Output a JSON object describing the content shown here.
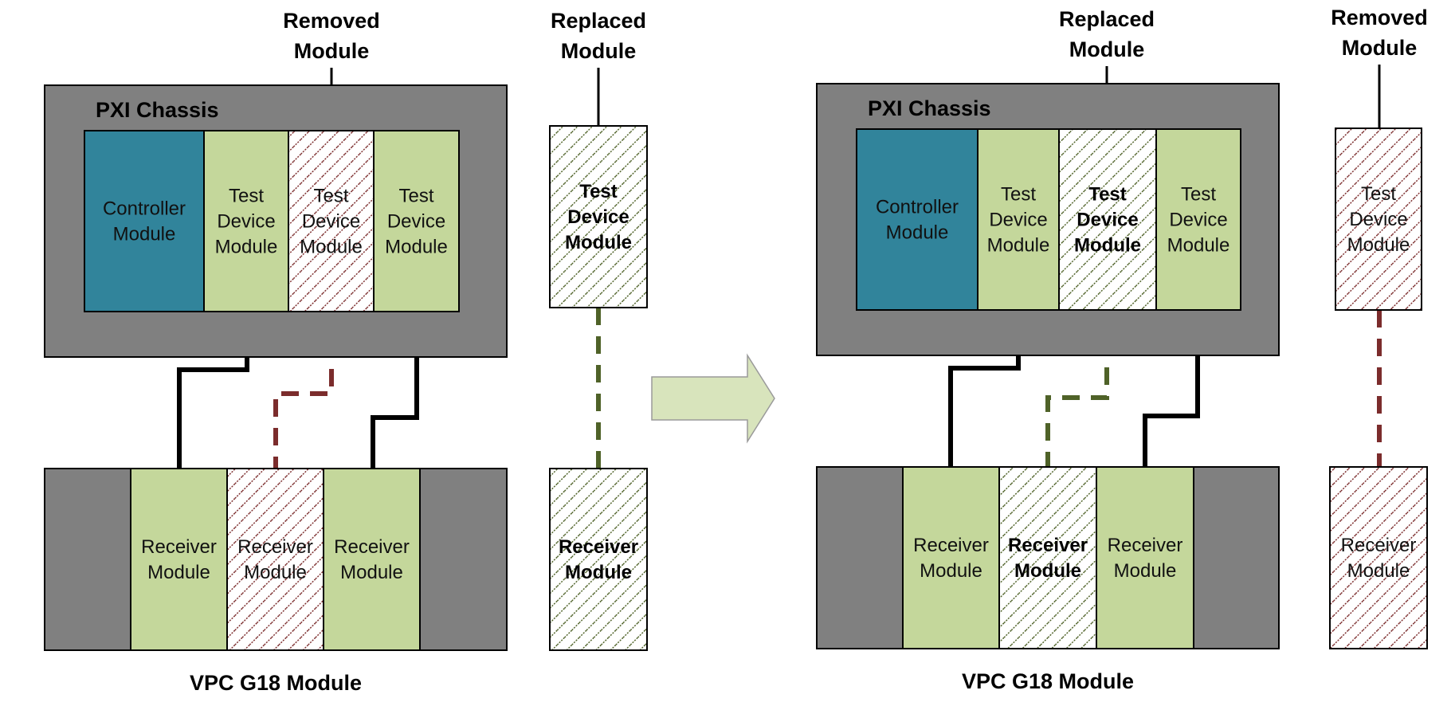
{
  "colors": {
    "chassis_gray": "#808080",
    "controller_teal": "#31849b",
    "module_green": "#c4d79b",
    "removed_hatch": "#7b2c2c",
    "replaced_hatch": "#4f6228",
    "arrow_fill": "#d8e4bc",
    "outline": "#000000"
  },
  "left_panel": {
    "callout_removed": [
      "Removed",
      "Module"
    ],
    "callout_replaced": [
      "Replaced",
      "Module"
    ],
    "chassis_title": "PXI Chassis",
    "chassis_modules": [
      {
        "kind": "controller",
        "lines": [
          "Controller",
          "Module"
        ]
      },
      {
        "kind": "normal",
        "lines": [
          "Test",
          "Device",
          "Module"
        ]
      },
      {
        "kind": "removed",
        "lines": [
          "Test",
          "Device",
          "Module"
        ]
      },
      {
        "kind": "normal",
        "lines": [
          "Test",
          "Device",
          "Module"
        ]
      }
    ],
    "receiver_modules": [
      {
        "kind": "normal",
        "lines": [
          "Receiver",
          "Module"
        ]
      },
      {
        "kind": "removed",
        "lines": [
          "Receiver",
          "Module"
        ]
      },
      {
        "kind": "normal",
        "lines": [
          "Receiver",
          "Module"
        ]
      }
    ],
    "spare_test": {
      "kind": "replaced",
      "lines": [
        "Test",
        "Device",
        "Module"
      ]
    },
    "spare_receiver": {
      "kind": "replaced",
      "lines": [
        "Receiver",
        "Module"
      ]
    },
    "footer": "VPC G18 Module"
  },
  "right_panel": {
    "callout_replaced": [
      "Replaced",
      "Module"
    ],
    "callout_removed": [
      "Removed",
      "Module"
    ],
    "chassis_title": "PXI Chassis",
    "chassis_modules": [
      {
        "kind": "controller",
        "lines": [
          "Controller",
          "Module"
        ]
      },
      {
        "kind": "normal",
        "lines": [
          "Test",
          "Device",
          "Module"
        ]
      },
      {
        "kind": "replaced",
        "lines": [
          "Test",
          "Device",
          "Module"
        ]
      },
      {
        "kind": "normal",
        "lines": [
          "Test",
          "Device",
          "Module"
        ]
      }
    ],
    "receiver_modules": [
      {
        "kind": "normal",
        "lines": [
          "Receiver",
          "Module"
        ]
      },
      {
        "kind": "replaced",
        "lines": [
          "Receiver",
          "Module"
        ]
      },
      {
        "kind": "normal",
        "lines": [
          "Receiver",
          "Module"
        ]
      }
    ],
    "spare_test": {
      "kind": "removed",
      "lines": [
        "Test",
        "Device",
        "Module"
      ]
    },
    "spare_receiver": {
      "kind": "removed",
      "lines": [
        "Receiver",
        "Module"
      ]
    },
    "footer": "VPC G18 Module"
  },
  "transition_arrow": "right-arrow-icon"
}
